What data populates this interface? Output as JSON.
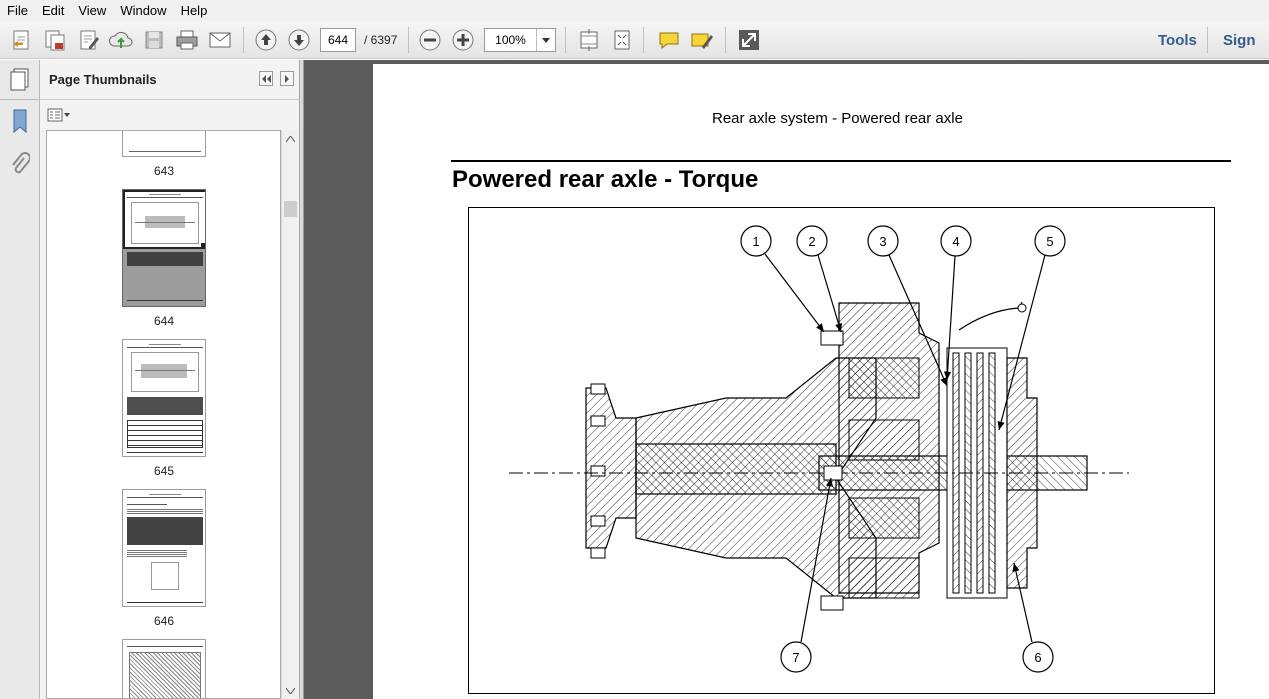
{
  "menu": [
    "File",
    "Edit",
    "View",
    "Window",
    "Help"
  ],
  "toolbar": {
    "current_page": "644",
    "page_total": "/ 6397",
    "zoom": "100%",
    "tools_label": "Tools",
    "sign_label": "Sign"
  },
  "panel": {
    "title": "Page Thumbnails",
    "thumbnails": [
      {
        "label": "643"
      },
      {
        "label": "644"
      },
      {
        "label": "645"
      },
      {
        "label": "646"
      }
    ]
  },
  "document": {
    "running_head": "Rear axle system - Powered rear axle",
    "title": "Powered rear axle - Torque",
    "callouts": [
      "1",
      "2",
      "3",
      "4",
      "5",
      "6",
      "7"
    ]
  }
}
